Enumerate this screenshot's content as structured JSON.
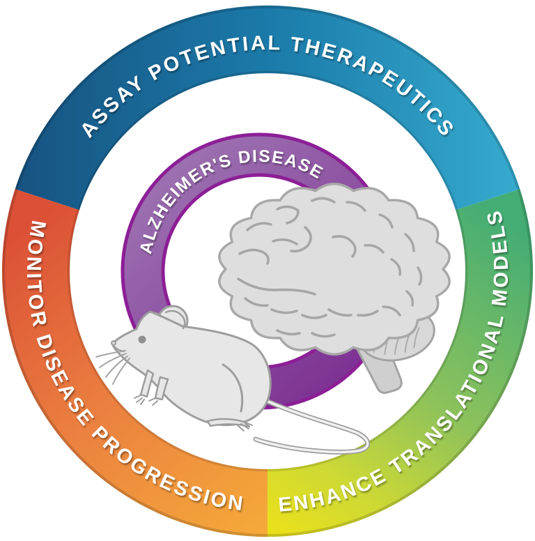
{
  "diagram": {
    "center_label": "ALZHEIMER'S DISEASE",
    "outer_segments": [
      {
        "id": "assay",
        "label": "ASSAY POTENTIAL THERAPEUTICS",
        "color_start": "#175381",
        "color_mid": "#1b7aa9",
        "color_end": "#36abce"
      },
      {
        "id": "enhance",
        "label": "ENHANCE TRANSLATIONAL MODELS",
        "color_start": "#44ad74",
        "color_mid": "#8ec25b",
        "color_late": "#cdd935",
        "color_end": "#e8e01d"
      },
      {
        "id": "monitor",
        "label": "MONITOR DISEASE PROGRESSION",
        "color_start": "#db5036",
        "color_mid": "#eb8140",
        "color_end": "#f5ab39"
      }
    ],
    "inner_ring": {
      "fill_start": "#9c70b0",
      "fill_end": "#7c2f92",
      "border": "#8c1f96"
    },
    "label_text_color": "#ffffff",
    "illustrations": {
      "brain": "brain-illustration",
      "mouse": "laboratory-mouse-illustration"
    }
  }
}
